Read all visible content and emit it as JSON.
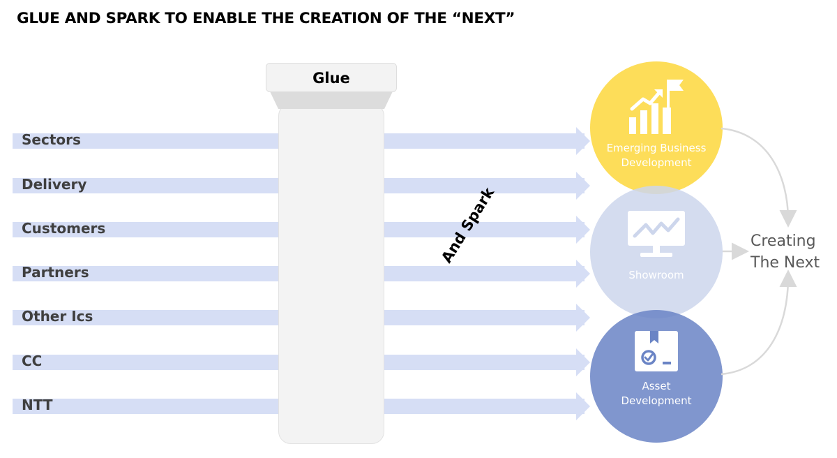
{
  "title": "GLUE AND SPARK TO ENABLE THE CREATION OF THE “NEXT”",
  "inputs": [
    "Sectors",
    "Delivery",
    "Customers",
    "Partners",
    "Other Ics",
    "CC",
    "NTT"
  ],
  "glue_label": "Glue",
  "spark_label": "And Spark",
  "stages": [
    {
      "label_line1": "Emerging Business",
      "label_line2": "Development",
      "icon": "growth-chart-flag-icon",
      "color": "#FDD73C"
    },
    {
      "label_line1": "Showroom",
      "label_line2": "",
      "icon": "monitor-trend-icon",
      "color": "#CDD6EC"
    },
    {
      "label_line1": "Asset",
      "label_line2": "Development",
      "icon": "asset-box-check-icon",
      "color": "#6A84C5"
    }
  ],
  "outcome": {
    "line1": "Creating",
    "line2": "The Next"
  },
  "colors": {
    "arrow": "#D6DEF5",
    "glue": "#F3F3F3",
    "text_dark": "#3F3F3F",
    "outcome_text": "#595959"
  }
}
